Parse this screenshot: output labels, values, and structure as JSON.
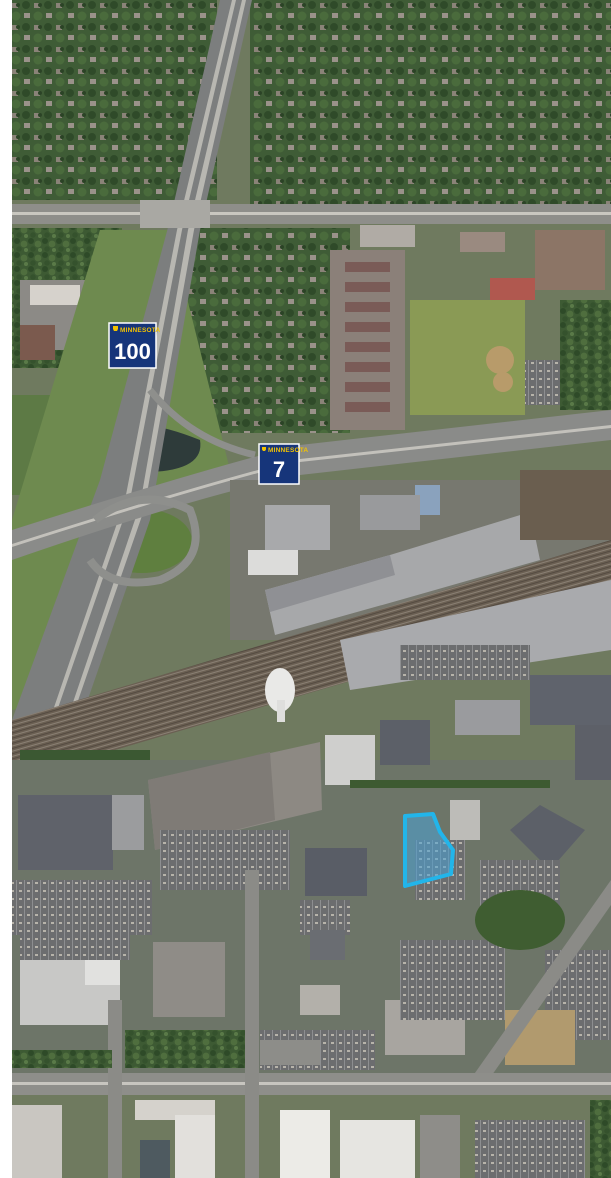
{
  "map": {
    "type": "aerial-photograph",
    "markers": [
      {
        "kind": "route-shield",
        "state": "MINNESOTA",
        "route": "100"
      },
      {
        "kind": "route-shield",
        "state": "MINNESOTA",
        "route": "7"
      }
    ],
    "highlight": {
      "kind": "parcel-outline",
      "color": "#22b5ea"
    },
    "colors": {
      "shield_bg": "#16357a",
      "shield_text": "#ffffff",
      "shield_label": "#f2c200",
      "highlight": "#22b5ea"
    }
  }
}
